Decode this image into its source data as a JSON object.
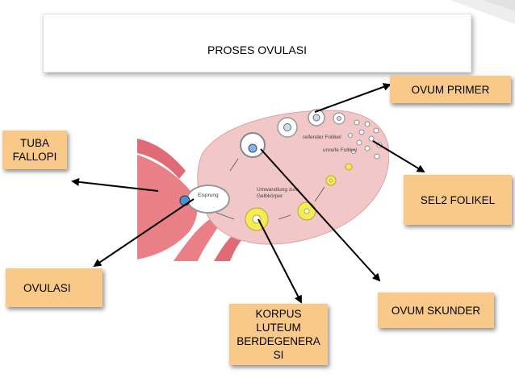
{
  "title": "PROSES OVULASI",
  "labels": {
    "ovum_primer": "OVUM PRIMER",
    "tuba_fallopi_line1": "TUBA",
    "tuba_fallopi_line2": "FALLOPI",
    "sel_folikel": "SEL2 FOLIKEL",
    "ovulasi": "OVULASI",
    "ovum_skunder": "OVUM SKUNDER",
    "korpus_line1": "KORPUS",
    "korpus_line2": "LUTEUM",
    "korpus_line3": "BERDEGENERA",
    "korpus_line4": "SI"
  },
  "figure_labels": {
    "reifender": "reifender Follikel",
    "unreife": "unreife Follikel",
    "eisprung": "Eisprung",
    "umwandlung_line1": "Umwandlung zum",
    "umwandlung_line2": "Gelbkörper"
  },
  "colors": {
    "label_fill": "#f9c98a",
    "ovary_fill": "#f2c7c7",
    "tube_fill": "#e97f87",
    "corpus_fill": "#f3ec57",
    "corner_accent": "#e8e8e8"
  }
}
